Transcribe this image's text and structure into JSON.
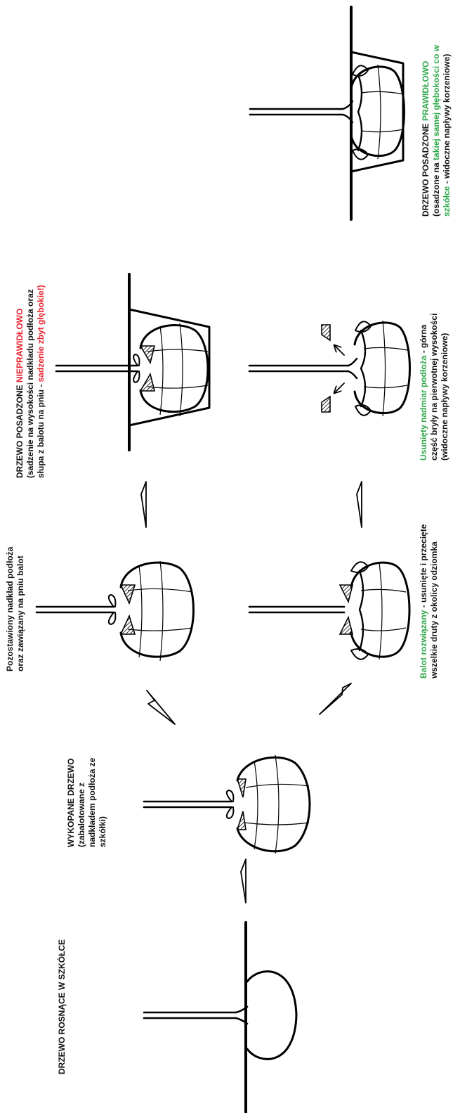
{
  "colors": {
    "ink": "#111111",
    "red": "#e8202c",
    "green": "#2fa84a",
    "background": "#ffffff"
  },
  "labels": {
    "stage1": {
      "line1": "DRZEWO ROSNĄCE W SZKÓŁCE"
    },
    "stage2": {
      "line1": "WYKOPANE DRZEWO",
      "line2": "(zabalotowane z",
      "line3": "nadkładem podłoża ze",
      "line4": "szkółki)"
    },
    "stage3": {
      "line1": "Pozostawiony nadkład podłoża",
      "line2": "oraz zawiązany na pniu balot"
    },
    "stage4": {
      "l1_a": "DRZEWO POSADZONE ",
      "l1_b": "NIEPRAWIDŁOWO",
      "line2": "(sadzenie na wysokości nadkładu podłoża oraz",
      "l3_a": "słupa z balotu na pniu - ",
      "l3_b": "sadzenie zbyt głębokie!)"
    },
    "stage5": {
      "l1_a": "Balot rozwiązany",
      "l1_b": " - usunięte i przecięte",
      "line2": "wszelkie druty z okolicy odziomka"
    },
    "stage6": {
      "l1_a": "Usunięty nadmiar podłoża",
      "l1_b": " - górna",
      "line2": "część bryły na pierwotnej wysokości",
      "line3": "(widoczne napływy korzeniowe)"
    },
    "stage7": {
      "l1_a": "DRZEWO POSADZONE ",
      "l1_b": "PRAWIDŁOWO",
      "l2_a": "(osadzone na ",
      "l2_b": "takiej samej głębokości co w",
      "l3_a": "szkółce",
      "l3_b": " - widoczne napływy korzeniowe)"
    }
  }
}
